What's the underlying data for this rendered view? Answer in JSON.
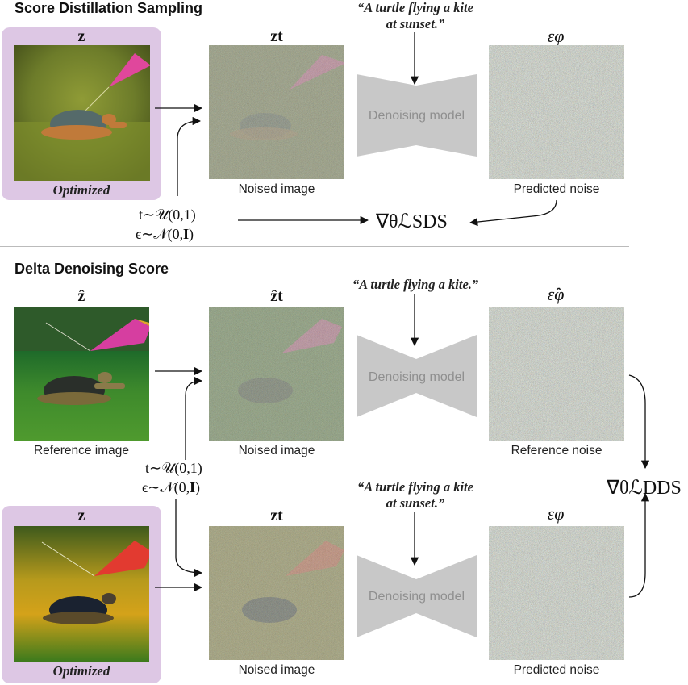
{
  "sds": {
    "title": "Score Distillation Sampling",
    "z_label": "z",
    "zt_label": "zt",
    "eps_label": "εφ",
    "optimized_label": "Optimized",
    "prompt_line1": "“A turtle flying a kite",
    "prompt_line2": "at sunset",
    "prompt_line2_end": ".”",
    "denoiser_label": "Denoising model",
    "noised_caption": "Noised image",
    "predicted_caption": "Predicted noise",
    "sample_t": "t∼𝒰(0,1)",
    "sample_eps": "ϵ∼𝒩(0,𝐈)",
    "gradient": "∇θℒSDS"
  },
  "dds": {
    "title": "Delta Denoising Score",
    "zhat_label": "ẑ",
    "zhat_t_label": "ẑt",
    "epshat_label": "ε̂φ",
    "ref_prompt": "“A turtle flying a kite.”",
    "denoiser_label": "Denoising model",
    "reference_caption": "Reference image",
    "noised_caption": "Noised image",
    "reference_noise_caption": "Reference noise",
    "sample_t": "t∼𝒰(0,1)",
    "sample_eps": "ϵ∼𝒩(0,𝐈)",
    "gradient": "∇θℒDDS",
    "z_label": "z",
    "zt_label": "zt",
    "eps_label": "εφ",
    "optimized_label": "Optimized",
    "prompt_line1": "“A turtle flying a kite",
    "prompt_line2": "at sunset",
    "prompt_line2_end": ".”",
    "noised_caption2": "Noised image",
    "predicted_caption": "Predicted noise"
  },
  "colors": {
    "optimized_bg": "#ddc7e4",
    "highlight": "#f2b24a",
    "denoiser_fill": "#c8c8c8",
    "denoiser_text": "#8f8f8f",
    "arrow": "#111111"
  }
}
